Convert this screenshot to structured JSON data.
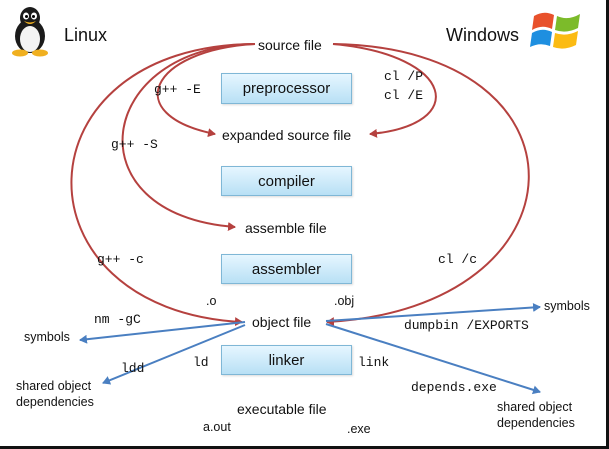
{
  "platforms": {
    "left": "Linux",
    "right": "Windows"
  },
  "nodes": {
    "source": "source file",
    "expanded": "expanded source file",
    "assemble": "assemble file",
    "object": "object file",
    "executable": "executable file",
    "symbols_left": "symbols",
    "symbols_right": "symbols",
    "shared_left": "shared object dependencies",
    "shared_right": "shared object dependencies"
  },
  "stages": {
    "preprocessor": "preprocessor",
    "compiler": "compiler",
    "assembler": "assembler",
    "linker": "linker"
  },
  "commands": {
    "gpp_E": "g++ -E",
    "gpp_S": "g++ -S",
    "gpp_c": "g++ -c",
    "cl_P": "cl /P",
    "cl_E": "cl /E",
    "cl_c": "cl /c",
    "nm": "nm -gC",
    "ldd": "ldd",
    "ld": "ld",
    "link": "link",
    "dumpbin": "dumpbin /EXPORTS",
    "depends": "depends.exe"
  },
  "extensions": {
    "o": ".o",
    "obj": ".obj",
    "aout": "a.out",
    "exe": ".exe"
  },
  "colors": {
    "linux_flow": "#b5413f",
    "inspect_flow": "#4a7fc1",
    "box_border": "#7fb7d6"
  },
  "icons": {
    "linux": "tux-penguin-icon",
    "windows": "windows-flag-icon"
  }
}
